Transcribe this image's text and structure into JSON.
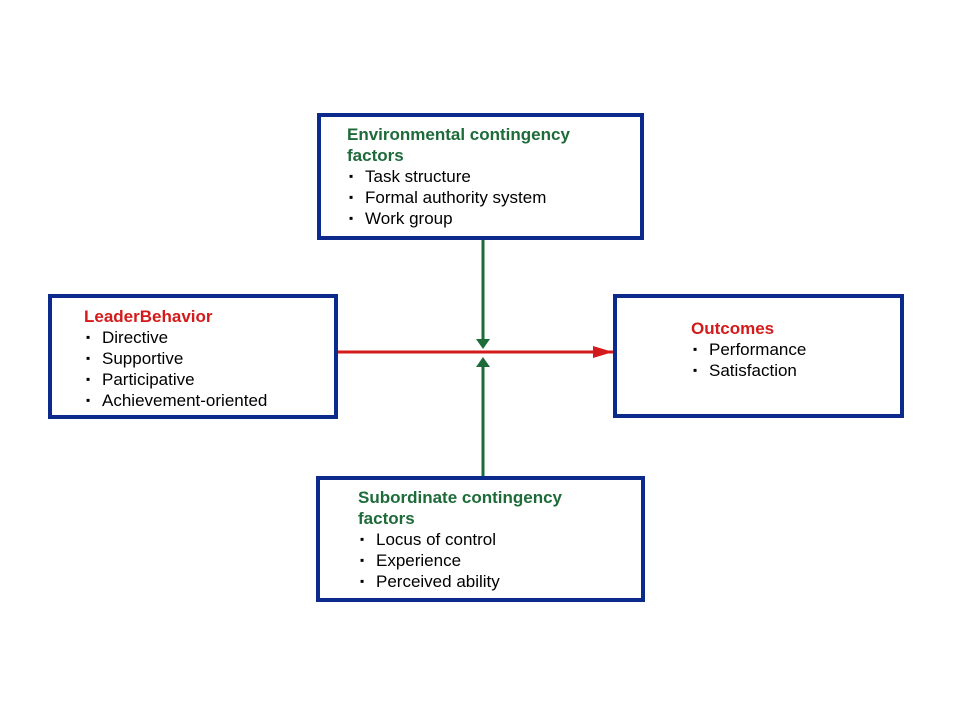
{
  "colors": {
    "box_border": "#0b2a8c",
    "green": "#1e6b3a",
    "red": "#d41a1a"
  },
  "environmental": {
    "title": "Environmental contingency factors",
    "items": [
      "Task structure",
      "Formal authority system",
      "Work group"
    ]
  },
  "leader": {
    "title": "LeaderBehavior",
    "items": [
      "Directive",
      "Supportive",
      "Participative",
      "Achievement-oriented"
    ]
  },
  "outcomes": {
    "title": "Outcomes",
    "items": [
      "Performance",
      "Satisfaction"
    ]
  },
  "subordinate": {
    "title": "Subordinate contingency factors",
    "items": [
      "Locus of control",
      "Experience",
      "Perceived ability"
    ]
  }
}
